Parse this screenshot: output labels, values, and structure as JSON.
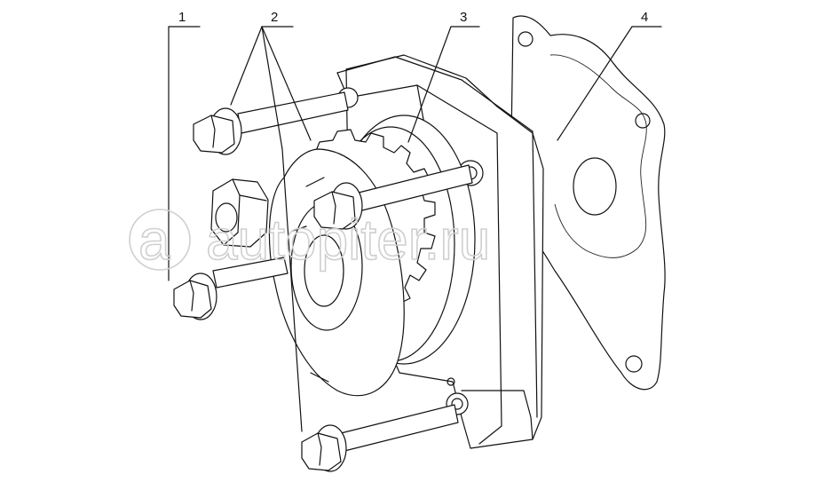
{
  "callouts": [
    {
      "id": "1",
      "label": "1"
    },
    {
      "id": "2",
      "label": "2"
    },
    {
      "id": "3",
      "label": "3"
    },
    {
      "id": "4",
      "label": "4"
    }
  ],
  "watermark": {
    "text": "autopiter.ru",
    "logo_letter": "a"
  }
}
